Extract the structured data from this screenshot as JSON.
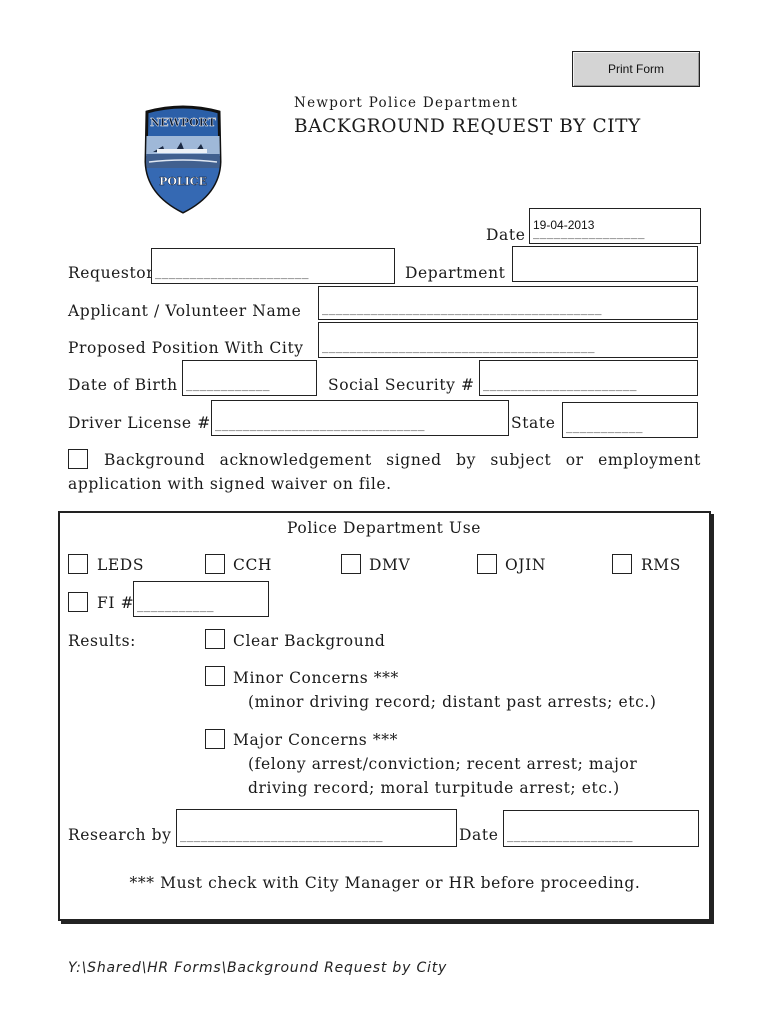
{
  "toolbar": {
    "print_label": "Print Form"
  },
  "header": {
    "org": "Newport Police Department",
    "title": "BACKGROUND REQUEST BY CITY",
    "badge_top": "NEWPORT",
    "badge_bottom": "POLICE"
  },
  "form": {
    "date_label": "Date",
    "date_value": "19-04-2013",
    "date_blank": "________________",
    "requestor_label": "Requestor",
    "requestor_blank": "______________________",
    "department_label": "Department",
    "department_blank": "",
    "applicant_label": "Applicant / Volunteer Name",
    "applicant_blank": "________________________________________",
    "position_label": "Proposed Position With City",
    "position_blank": "_______________________________________",
    "dob_label": "Date of Birth",
    "dob_blank": "____________",
    "ssn_label": "Social Security #",
    "ssn_blank": "______________________",
    "dl_label": "Driver License #",
    "dl_blank": "______________________________",
    "state_label": "State",
    "state_blank": "___________",
    "ack_line1": "Background acknowledgement signed by subject or employment",
    "ack_line2": "application with signed waiver on file."
  },
  "police_use": {
    "title": "Police Department Use",
    "checks": [
      "LEDS",
      "CCH",
      "DMV",
      "OJIN",
      "RMS"
    ],
    "fi_label": "FI #",
    "fi_blank": "___________",
    "results_label": "Results:",
    "clear": "Clear Background",
    "minor": "Minor Concerns ***",
    "minor_note": "(minor driving record; distant past arrests; etc.)",
    "major": "Major Concerns ***",
    "major_note1": "(felony arrest/conviction; recent arrest; major",
    "major_note2": "driving record; moral turpitude arrest; etc.)",
    "research_label": "Research by",
    "research_blank": "_____________________________",
    "date_label": "Date",
    "date_blank": "__________________",
    "note": "*** Must check with City Manager or HR before proceeding."
  },
  "footer": {
    "path": "Y:\\Shared\\HR Forms\\Background Request by City"
  }
}
